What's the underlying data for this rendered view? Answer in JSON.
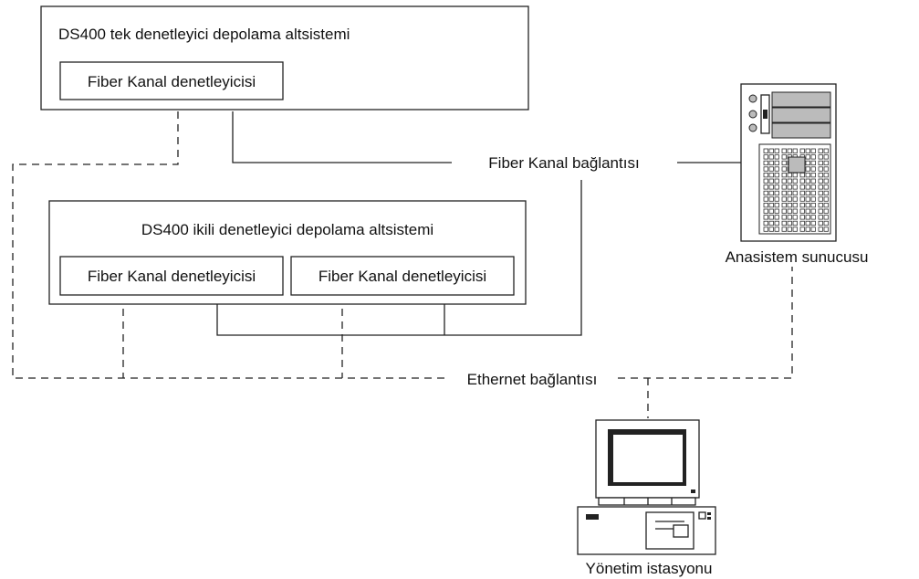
{
  "single_subsystem": {
    "title": "DS400 tek denetleyici depolama altsistemi",
    "controller": "Fiber Kanal denetleyicisi"
  },
  "dual_subsystem": {
    "title": "DS400 ikili denetleyici depolama altsistemi",
    "controller_a": "Fiber Kanal denetleyicisi",
    "controller_b": "Fiber Kanal denetleyicisi"
  },
  "fibre_link_label": "Fiber Kanal bağlantısı",
  "ethernet_link_label": "Ethernet bağlantısı",
  "host_server_label": "Anasistem sunucusu",
  "management_station_label": "Yönetim istasyonu"
}
